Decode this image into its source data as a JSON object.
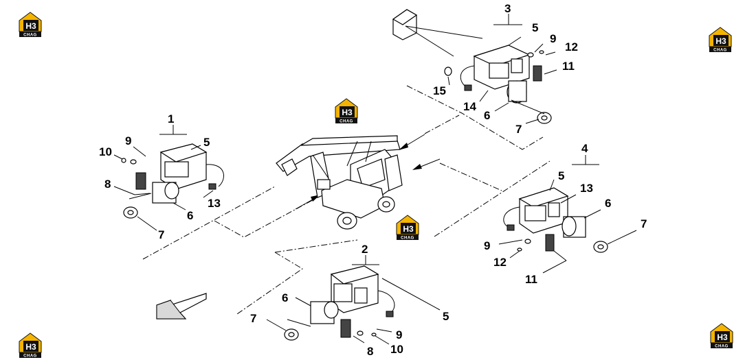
{
  "watermark": {
    "mark_text": "H3",
    "sub_text": "CHAG",
    "accent_color": "#f5b400",
    "dark_color": "#111111"
  },
  "callouts": {
    "a1": "1",
    "a2": "2",
    "a3": "3",
    "a4": "4",
    "a1_5": "5",
    "a1_9": "9",
    "a1_10": "10",
    "a1_8": "8",
    "a1_13": "13",
    "a1_6": "6",
    "a1_7": "7",
    "a3_5": "5",
    "a3_9": "9",
    "a3_12": "12",
    "a3_11": "11",
    "a3_15": "15",
    "a3_14": "14",
    "a3_6": "6",
    "a3_7": "7",
    "a4_5": "5",
    "a4_13": "13",
    "a4_6": "6",
    "a4_7": "7",
    "a4_9": "9",
    "a4_12": "12",
    "a4_11": "11",
    "a2_6": "6",
    "a2_5": "5",
    "a2_7": "7",
    "a2_9": "9",
    "a2_10": "10",
    "a2_8": "8"
  }
}
